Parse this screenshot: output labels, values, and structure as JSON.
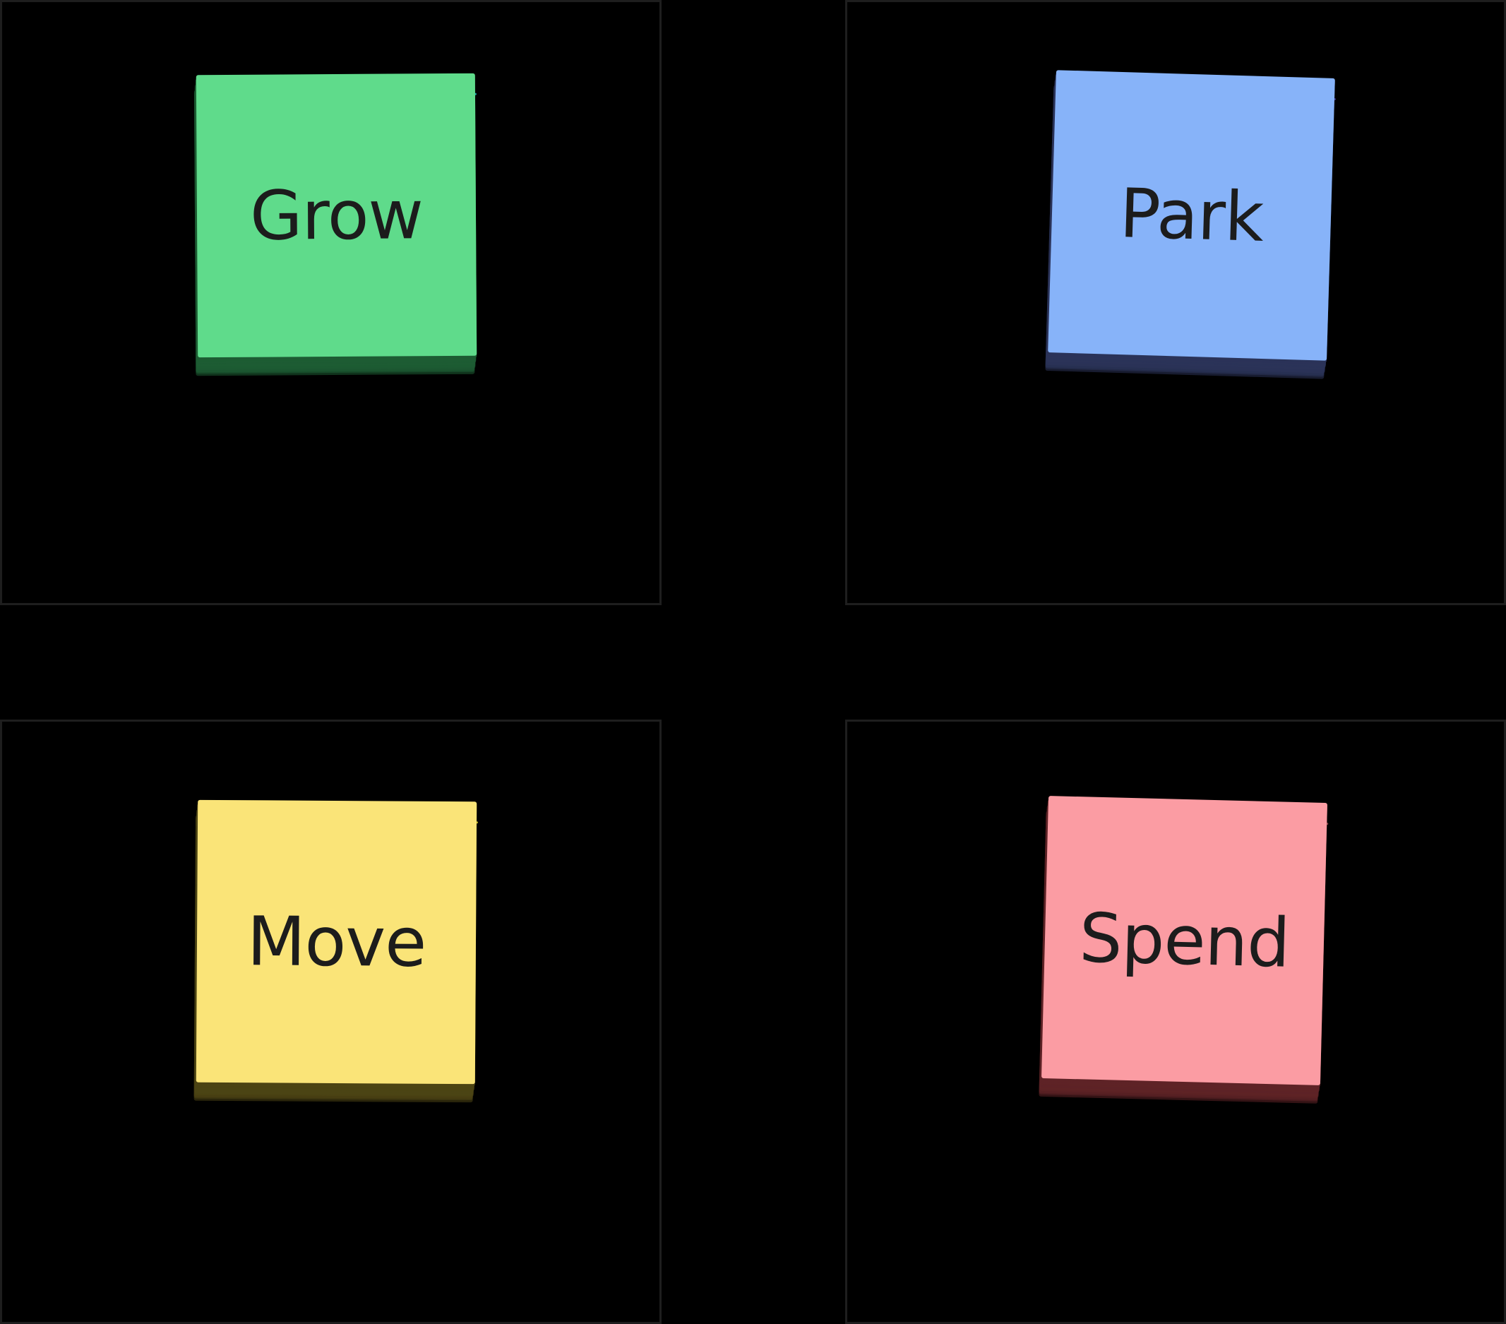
{
  "page": {
    "background_color": "#000000",
    "panel_border_color": "#1e1e1e",
    "layout": "2x2-grid",
    "text_color": "#1c1c1c"
  },
  "panels": [
    {
      "id": "panel-grow",
      "name": "grow",
      "card": {
        "label": "Grow",
        "face_color": "#5FDB8B",
        "edge_color": "#1d5c33",
        "rim_color": "#19c4c9",
        "stack_count": 10
      }
    },
    {
      "id": "panel-park",
      "name": "park",
      "card": {
        "label": "Park",
        "face_color": "#87B3F9",
        "edge_color": "#2b3358",
        "rim_color": "#4b3f9e",
        "stack_count": 10
      }
    },
    {
      "id": "panel-move",
      "name": "move",
      "card": {
        "label": "Move",
        "face_color": "#FAE478",
        "edge_color": "#4c4414",
        "rim_color": "#d9cf27",
        "stack_count": 10
      }
    },
    {
      "id": "panel-spend",
      "name": "spend",
      "card": {
        "label": "Spend",
        "face_color": "#FB9CA3",
        "edge_color": "#5e2326",
        "rim_color": "#a35055",
        "stack_count": 10
      }
    }
  ]
}
